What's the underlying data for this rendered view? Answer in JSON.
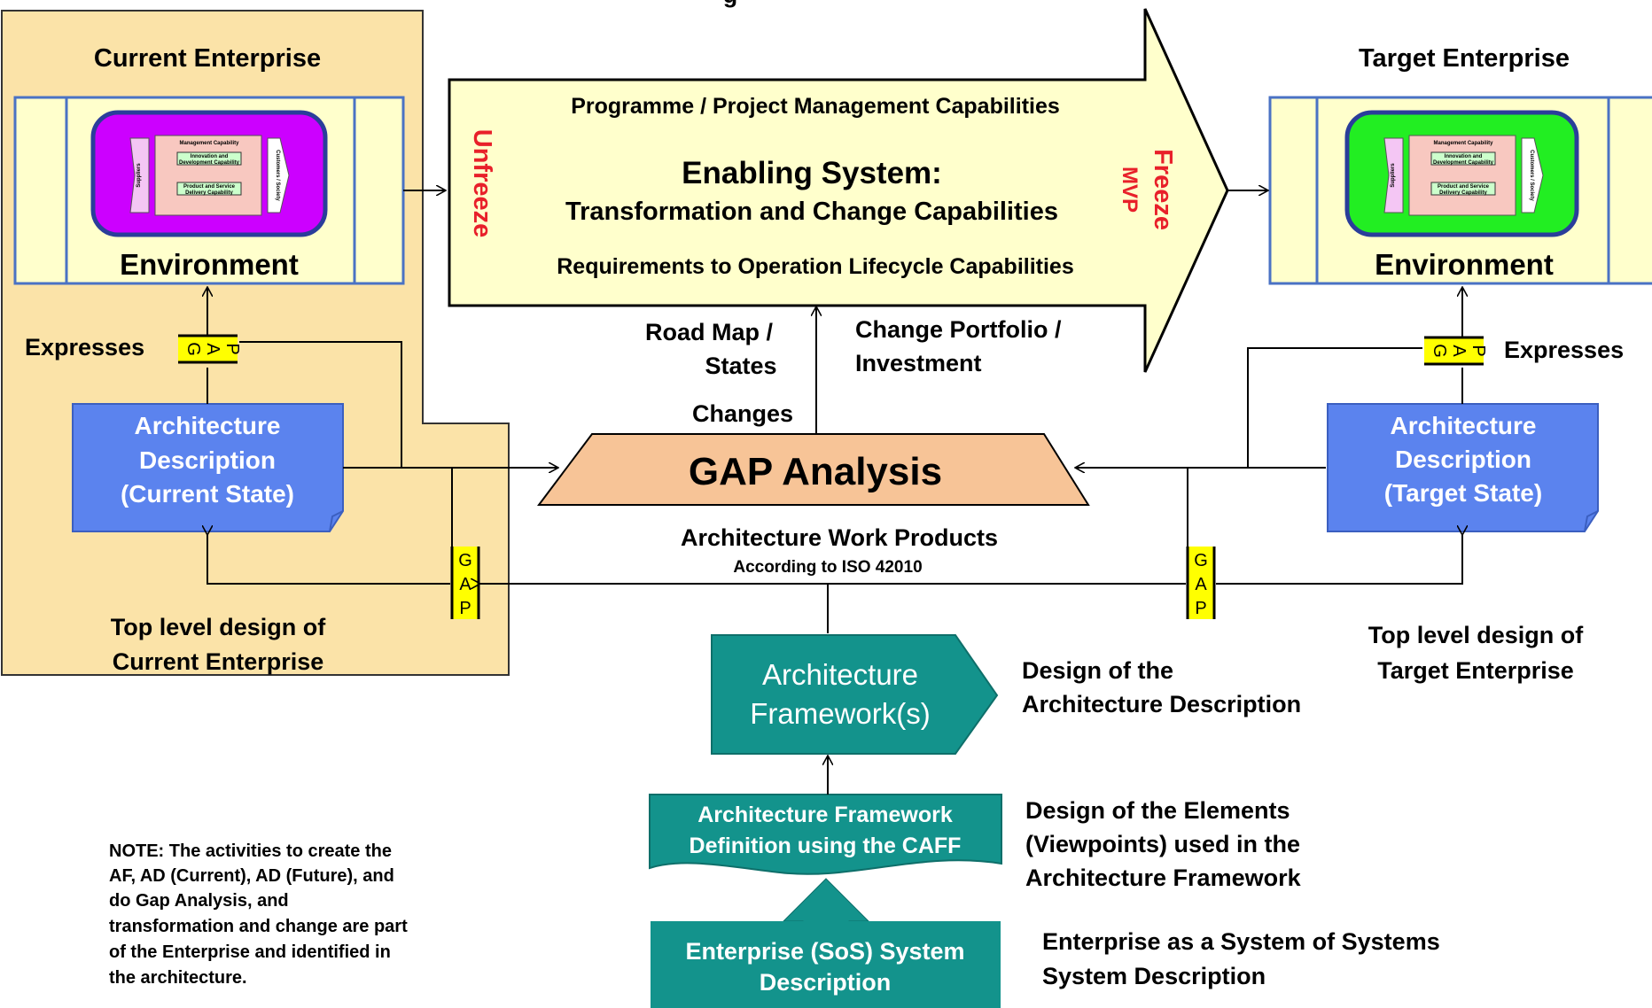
{
  "title_fragment": "g",
  "current_enterprise": {
    "title": "Current Enterprise",
    "environment": "Environment",
    "expresses": "Expresses",
    "arch_desc": [
      "Architecture",
      "Description",
      "(Current State)"
    ],
    "top_level": [
      "Top level design of",
      "Current Enterprise"
    ],
    "inset_color": "#cc00ff"
  },
  "target_enterprise": {
    "title": "Target Enterprise",
    "environment": "Environment",
    "expresses": "Expresses",
    "arch_desc": [
      "Architecture",
      "Description",
      "(Target State)"
    ],
    "top_level": [
      "Top level design of",
      "Target Enterprise"
    ],
    "inset_color": "#22ee22"
  },
  "inset": {
    "management": "Management Capability",
    "innovation": [
      "Innovation and",
      "Development Capability"
    ],
    "product": [
      "Product and Service",
      "Delivery Capability"
    ],
    "suppliers": "Suppliers",
    "customers": "Customers / Society"
  },
  "gap_letters": [
    "G",
    "A",
    "P"
  ],
  "arrow": {
    "line1": "Programme / Project Management Capabilities",
    "heading": "Enabling System:",
    "line2": "Transformation and Change Capabilities",
    "line3": "Requirements to Operation Lifecycle Capabilities",
    "unfreeze": "Unfreeze",
    "freeze": "Freeze",
    "mvp": "MVP"
  },
  "roadmap": [
    "Road Map /",
    "States"
  ],
  "changes": "Changes",
  "portfolio": [
    "Change Portfolio /",
    "Investment"
  ],
  "gap_analysis": "GAP Analysis",
  "work_products": "Architecture Work Products",
  "iso": "According to ISO 42010",
  "framework": [
    "Architecture",
    "Framework(s)"
  ],
  "framework_desc": [
    "Design of the",
    "Architecture Description"
  ],
  "caff": [
    "Architecture Framework",
    "Definition using the CAFF"
  ],
  "caff_desc": [
    "Design of the Elements",
    "(Viewpoints) used in the",
    "Architecture Framework"
  ],
  "sos": [
    "Enterprise (SoS) System",
    "Description"
  ],
  "sos_desc": [
    "Enterprise as a System of Systems",
    "System Description"
  ],
  "note": [
    "NOTE:  The activities to create the",
    "AF, AD (Current), AD (Future), and",
    "do Gap Analysis, and",
    "transformation and change are part",
    "of the Enterprise and identified in",
    "the architecture."
  ],
  "colors": {
    "panel": "#fbe3a8",
    "arrow_fill": "#ffffcc",
    "env_fill": "#ffffcc",
    "env_border": "#4a72c4",
    "arch_desc": "#5b83ee",
    "gap_analysis": "#f7c497",
    "teal": "#13938c",
    "gap_badge": "#ffff00",
    "red": "#e8202a"
  }
}
